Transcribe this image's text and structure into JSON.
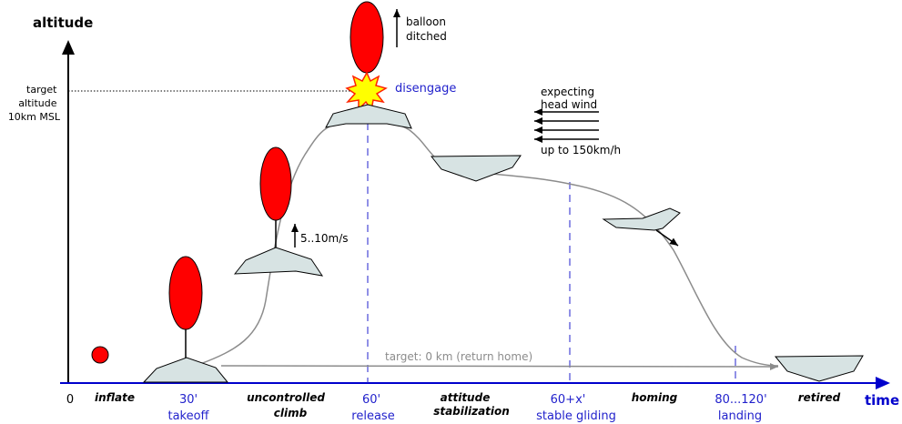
{
  "axes": {
    "y_title": "altitude",
    "x_title": "time",
    "origin": "0",
    "target_altitude": [
      "target",
      "altitude",
      "10km MSL"
    ]
  },
  "timeline": [
    {
      "time": "30'",
      "label": "takeoff"
    },
    {
      "time": "60'",
      "label": "release"
    },
    {
      "time": "60+x'",
      "label": "stable gliding"
    },
    {
      "time": "80...120'",
      "label": "landing"
    }
  ],
  "phases": [
    {
      "lines": [
        "inflate"
      ]
    },
    {
      "lines": [
        "uncontrolled",
        "climb"
      ]
    },
    {
      "lines": [
        "attitude",
        "stabilization"
      ]
    },
    {
      "lines": [
        "homing"
      ]
    },
    {
      "lines": [
        "retired"
      ]
    }
  ],
  "annotations": {
    "balloon_ditched": [
      "balloon",
      "ditched"
    ],
    "disengage": "disengage",
    "climb_rate": "5..10m/s",
    "head_wind": [
      "expecting",
      "head wind"
    ],
    "wind_speed": "up to 150km/h",
    "return_target": "target: 0 km (return home)"
  },
  "colors": {
    "balloon": "#ff0000",
    "glider": "#d7e3e3",
    "trajectory": "#8c8c8c",
    "time_axis": "#0000cc",
    "blue_text": "#2222cc",
    "explosion_outer": "#ff2200",
    "explosion_inner": "#ffff00"
  }
}
